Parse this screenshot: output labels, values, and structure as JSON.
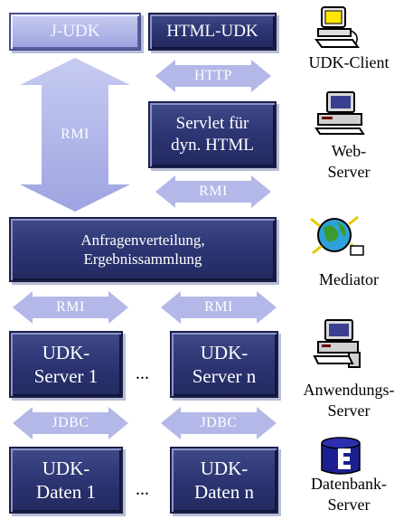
{
  "boxes": {
    "judk": "J-UDK",
    "htmludk": "HTML-UDK",
    "servlet": "Servlet für\ndyn. HTML",
    "mediator": "Anfragenverteilung,\nErgebnissammlung",
    "server1": "UDK-\nServer 1",
    "servern": "UDK-\nServer n",
    "daten1": "UDK-\nDaten 1",
    "datenn": "UDK-\nDaten n"
  },
  "arrows": {
    "http": "HTTP",
    "rmi_left": "RMI",
    "rmi_web": "RMI",
    "rmi_mid_left": "RMI",
    "rmi_mid_right": "RMI",
    "jdbc_left": "JDBC",
    "jdbc_right": "JDBC"
  },
  "ellipsis": "...",
  "tiers": {
    "client": "UDK-Client",
    "web": "Web-\nServer",
    "mediator": "Mediator",
    "app": "Anwendungs-\nServer",
    "db": "Datenbank-\nServer"
  },
  "icons": [
    "computer-icon",
    "workstation-icon",
    "globe-network-icon",
    "server-computer-icon",
    "database-icon"
  ],
  "colors": {
    "box_dark": "#2b3371",
    "box_light": "#aeb3e6",
    "arrow": "#b3b8e8"
  }
}
